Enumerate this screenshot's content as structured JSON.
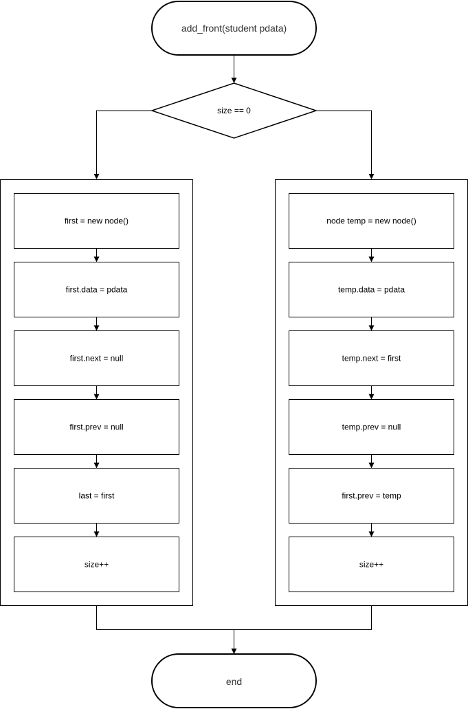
{
  "start": {
    "label": "add_front(student pdata)"
  },
  "decision": {
    "label": "size == 0"
  },
  "left_branch": {
    "steps": [
      "first = new node()",
      "first.data = pdata",
      "first.next = null",
      "first.prev = null",
      "last = first",
      "size++"
    ]
  },
  "right_branch": {
    "steps": [
      "node temp = new node()",
      "temp.data = pdata",
      "temp.next = first",
      "temp.prev = null",
      "first.prev = temp",
      "size++"
    ]
  },
  "end": {
    "label": "end"
  }
}
